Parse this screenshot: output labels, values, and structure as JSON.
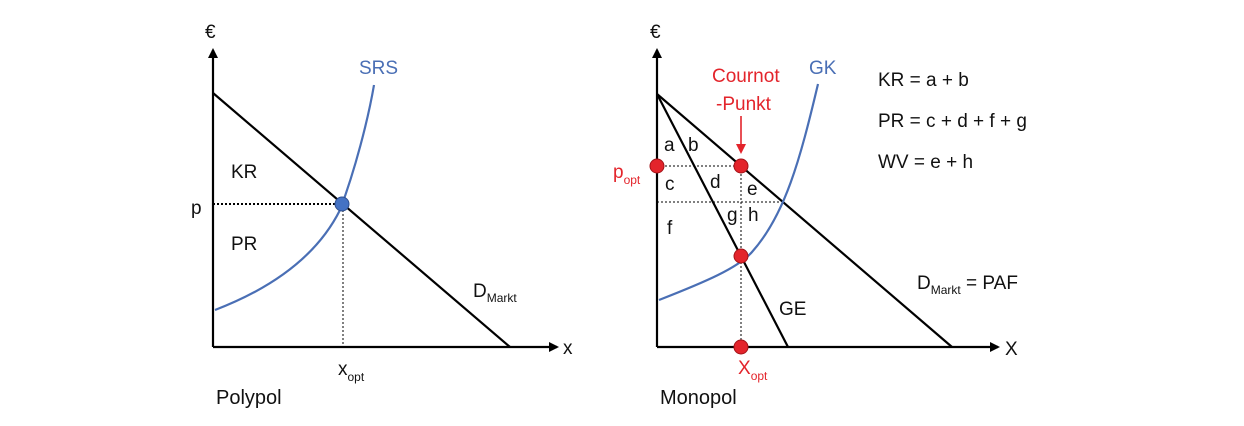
{
  "colors": {
    "axis": "#000000",
    "curve_blue": "#4a6fb5",
    "highlight_red": "#e3242b",
    "point_blue": "#4472c4",
    "point_red": "#e3242b"
  },
  "polypol": {
    "y_axis_label": "€",
    "x_axis_label": "x",
    "supply_label": "SRS",
    "demand_label_main": "D",
    "demand_label_sub": "Markt",
    "price_label": "p",
    "quantity_label_main": "x",
    "quantity_label_sub": "opt",
    "consumer_surplus_label": "KR",
    "producer_surplus_label": "PR",
    "caption": "Polypol"
  },
  "monopol": {
    "y_axis_label": "€",
    "x_axis_label": "X",
    "cost_label": "GK",
    "cournot_line1": "Cournot",
    "cournot_line2": "-Punkt",
    "price_label_main": "p",
    "price_label_sub": "opt",
    "quantity_label_main": "X",
    "quantity_label_sub": "opt",
    "marginal_revenue_label": "GE",
    "demand_label_main": "D",
    "demand_label_sub": "Markt",
    "demand_label_suffix": " = PAF",
    "areas": {
      "a": "a",
      "b": "b",
      "c": "c",
      "d": "d",
      "e": "e",
      "f": "f",
      "g": "g",
      "h": "h"
    },
    "caption": "Monopol"
  },
  "formulas": {
    "kr": "KR = a + b",
    "pr": "PR = c + d + f + g",
    "wv": "WV = e + h"
  }
}
